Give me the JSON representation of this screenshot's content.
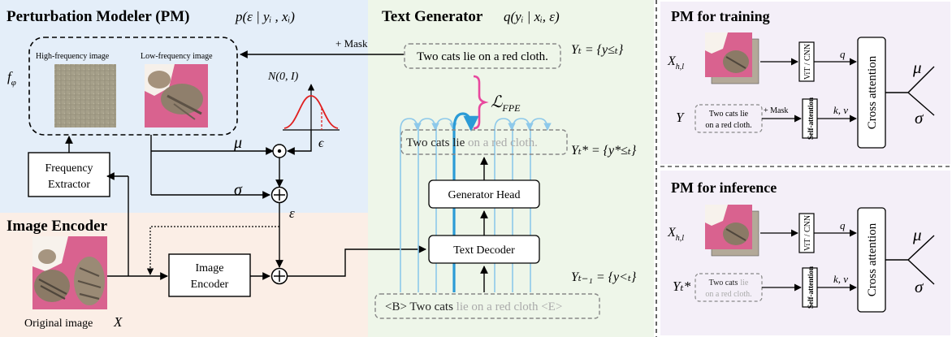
{
  "pm": {
    "title": "Perturbation Modeler (PM)",
    "formula": "p(ε | yᵢ , xᵢ)",
    "f_label": "f",
    "f_sub": "φ",
    "high_freq_label": "High-frequency image",
    "low_freq_label": "Low-frequency image",
    "freq_extractor_line1": "Frequency",
    "freq_extractor_line2": "Extractor",
    "normal_label": "N(0, I)",
    "mu": "μ",
    "sigma": "σ",
    "epsilon_small": "ϵ",
    "epsilon": "ε",
    "dot_op": "⊙",
    "plus_op": "⊕"
  },
  "encoder": {
    "title": "Image Encoder",
    "box_line1": "Image",
    "box_line2": "Encoder",
    "original_label": "Original image",
    "x_symbol": "X"
  },
  "text_generator": {
    "title": "Text Generator",
    "formula": "q(yᵢ | xᵢ, ε)",
    "mask_label": "+ Mask",
    "sentence_top": "Two cats lie on a red cloth.",
    "y_top_label": "Yₜ = {y≤ₜ}",
    "loss_label": "ℒ",
    "loss_sub": "FPE",
    "pred_dark": "Two cats lie",
    "pred_light": " on a red cloth.",
    "y_star_label": "Yₜ* = {y*≤ₜ}",
    "generator_head": "Generator Head",
    "text_decoder": "Text Decoder",
    "y_prev_label": "Yₜ₋₁ = {y<ₜ}",
    "input_dark": "<B> Two cats",
    "input_light": " lie on a red cloth <E>"
  },
  "pm_training": {
    "title": "PM for training",
    "x_label": "X",
    "x_sub": "h,l",
    "vit_label": "ViT / CNN",
    "q_label": "q",
    "y_label": "Y",
    "caption_line1": "Two cats lie",
    "caption_line2": "on a red cloth.",
    "mask_label": "+ Mask",
    "self_attention": "Self-attention",
    "kv_label": "k, v",
    "cross_attention": "Cross attention",
    "mu": "μ",
    "sigma": "σ"
  },
  "pm_inference": {
    "title": "PM for inference",
    "x_label": "X",
    "x_sub": "h,l",
    "vit_label": "ViT / CNN",
    "q_label": "q",
    "y_label": "Yₜ*",
    "caption_dark": "Two cats",
    "caption_light1": "lie",
    "caption_light2": "on a red cloth.",
    "self_attention": "Self-attention",
    "kv_label": "k, v",
    "cross_attention": "Cross attention",
    "mu": "μ",
    "sigma": "σ"
  },
  "colors": {
    "pm_bg": "#e4eef9",
    "encoder_bg": "#fbeee6",
    "textgen_bg": "#eef6e9",
    "right_bg": "#f4eff8",
    "loss_pink": "#e8489e",
    "decoder_blue": "#2b9bd6",
    "light_blue": "#8ec9ea",
    "gaussian_red": "#e02020"
  }
}
